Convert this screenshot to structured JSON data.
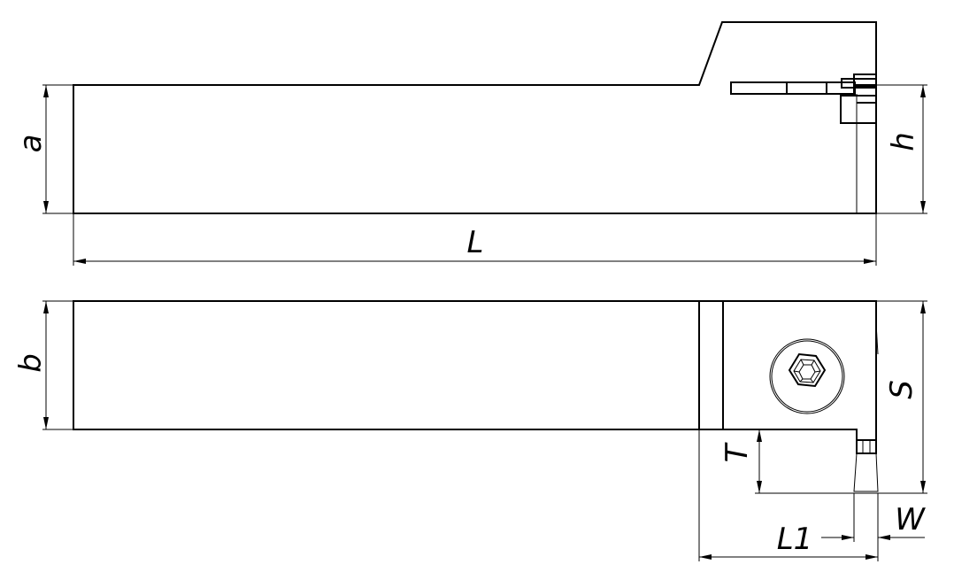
{
  "title": "Grooving tool holder dimension drawing",
  "dimensions": {
    "a": "a",
    "h": "h",
    "L": "L",
    "b": "b",
    "S": "S",
    "T": "T",
    "L1": "L1",
    "W": "W"
  }
}
